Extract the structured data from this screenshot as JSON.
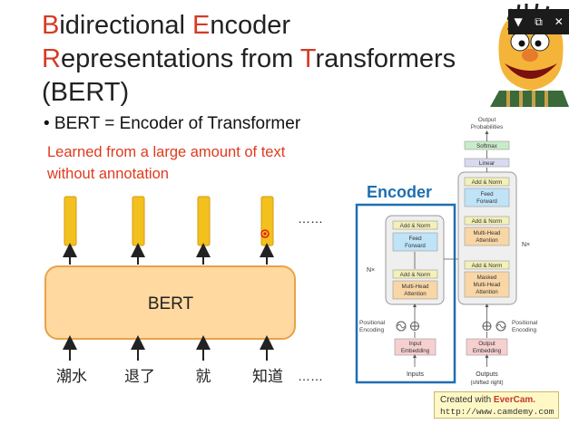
{
  "slide": {
    "title_lines": [
      [
        {
          "t": "B",
          "hl": true
        },
        {
          "t": "idirectional ",
          "hl": false
        },
        {
          "t": "E",
          "hl": true
        },
        {
          "t": "ncoder",
          "hl": false
        }
      ],
      [
        {
          "t": "R",
          "hl": true
        },
        {
          "t": "epresentations from ",
          "hl": false
        },
        {
          "t": "T",
          "hl": true
        },
        {
          "t": "ransformers",
          "hl": false
        }
      ],
      [
        {
          "t": "(BERT)",
          "hl": false
        }
      ]
    ],
    "bullet": "• BERT =  Encoder of Transformer",
    "red_note": [
      "Learned from a large amount of text",
      "without annotation"
    ],
    "bert_box_label": "BERT",
    "dots_top": "……",
    "dots_bottom": "……",
    "input_tokens": [
      "潮水",
      "退了",
      "就",
      "知道"
    ],
    "encoder_label": "Encoder"
  },
  "transformer": {
    "output_probabilities": [
      "Output",
      "Probabilities"
    ],
    "softmax": "Softmax",
    "linear": "Linear",
    "add_norm": "Add & Norm",
    "feed_forward": [
      "Feed",
      "Forward"
    ],
    "multi_head": [
      "Multi-Head",
      "Attention"
    ],
    "masked_multi_head": [
      "Masked",
      "Multi-Head",
      "Attention"
    ],
    "nx": "N×",
    "positional_encoding": [
      "Positional",
      "Encoding"
    ],
    "input_embedding": [
      "Input",
      "Embedding"
    ],
    "output_embedding": [
      "Output",
      "Embedding"
    ],
    "inputs": "Inputs",
    "outputs": [
      "Outputs",
      "(shifted right)"
    ]
  },
  "window_controls": [
    "▼",
    "⧉",
    "✕"
  ],
  "evercam": {
    "prefix": "Created with ",
    "brand": "EverCam.",
    "url": "http://www.camdemy.com"
  },
  "colors": {
    "accent_red": "#d63a24",
    "bert_fill": "#ffd9a0",
    "bert_stroke": "#e8a24a",
    "bar_fill": "#f3c11e",
    "encoder_blue": "#1f6fb2"
  }
}
